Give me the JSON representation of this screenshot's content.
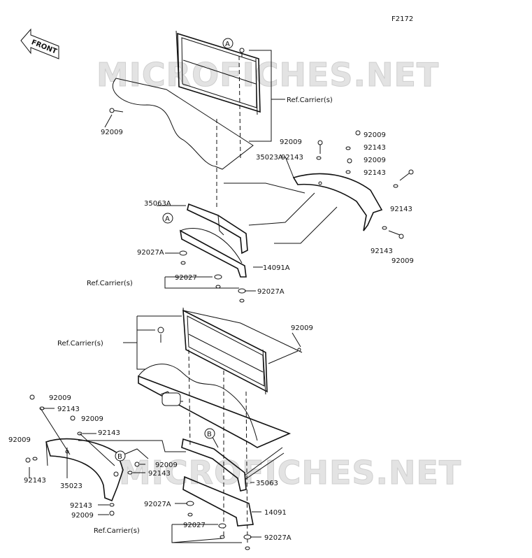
{
  "figure_code": "F2172",
  "front_label": "FRONT",
  "watermark": "MICROFICHES.NET",
  "callouts": {
    "a": "A",
    "b": "B"
  },
  "upper_labels": [
    "Ref.Carrier(s)",
    "92009",
    "35023A",
    "92009",
    "92143",
    "92143",
    "92009",
    "92143",
    "92009",
    "92143",
    "92143",
    "92009",
    "35063A",
    "92027A",
    "14091A",
    "Ref.Carrier(s)",
    "92027",
    "92027A"
  ],
  "lower_labels": [
    "92009",
    "Ref.Carrier(s)",
    "92009",
    "92143",
    "92009",
    "92143",
    "92009",
    "92143",
    "35023",
    "92009",
    "92143",
    "92143",
    "92009",
    "35063",
    "92027A",
    "14091",
    "92027",
    "Ref.Carrier(s)",
    "92027A"
  ]
}
